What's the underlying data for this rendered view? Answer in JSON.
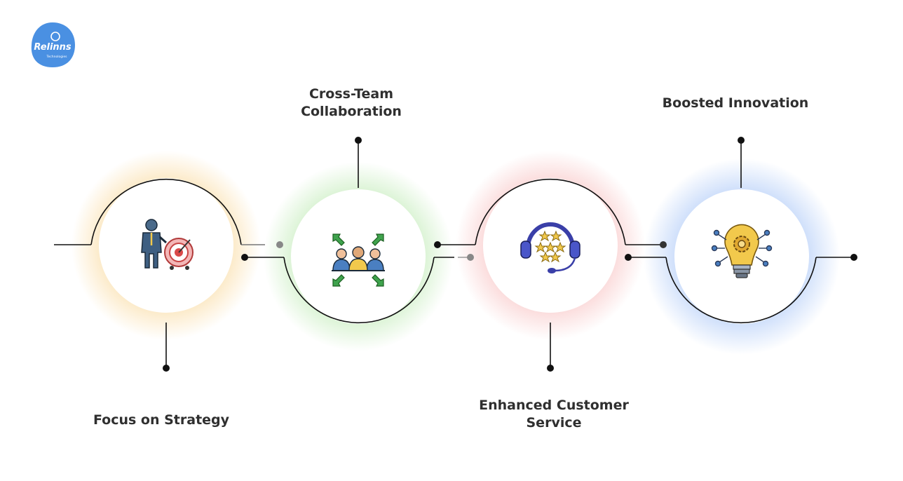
{
  "brand": {
    "name": "Relinns",
    "tagline": "Technologies",
    "color": "#4a90e2"
  },
  "steps": [
    {
      "label_line1": "Focus on Strategy",
      "label_line2": "",
      "icon": "strategy-target-icon",
      "glow": "#f7c66b"
    },
    {
      "label_line1": "Cross-Team",
      "label_line2": "Collaboration",
      "icon": "team-collaboration-icon",
      "glow": "#9fe08f"
    },
    {
      "label_line1": "Enhanced Customer",
      "label_line2": "Service",
      "icon": "headset-stars-icon",
      "glow": "#f4a0a0"
    },
    {
      "label_line1": "Boosted Innovation",
      "label_line2": "",
      "icon": "lightbulb-gear-icon",
      "glow": "#8fb5f5"
    }
  ]
}
